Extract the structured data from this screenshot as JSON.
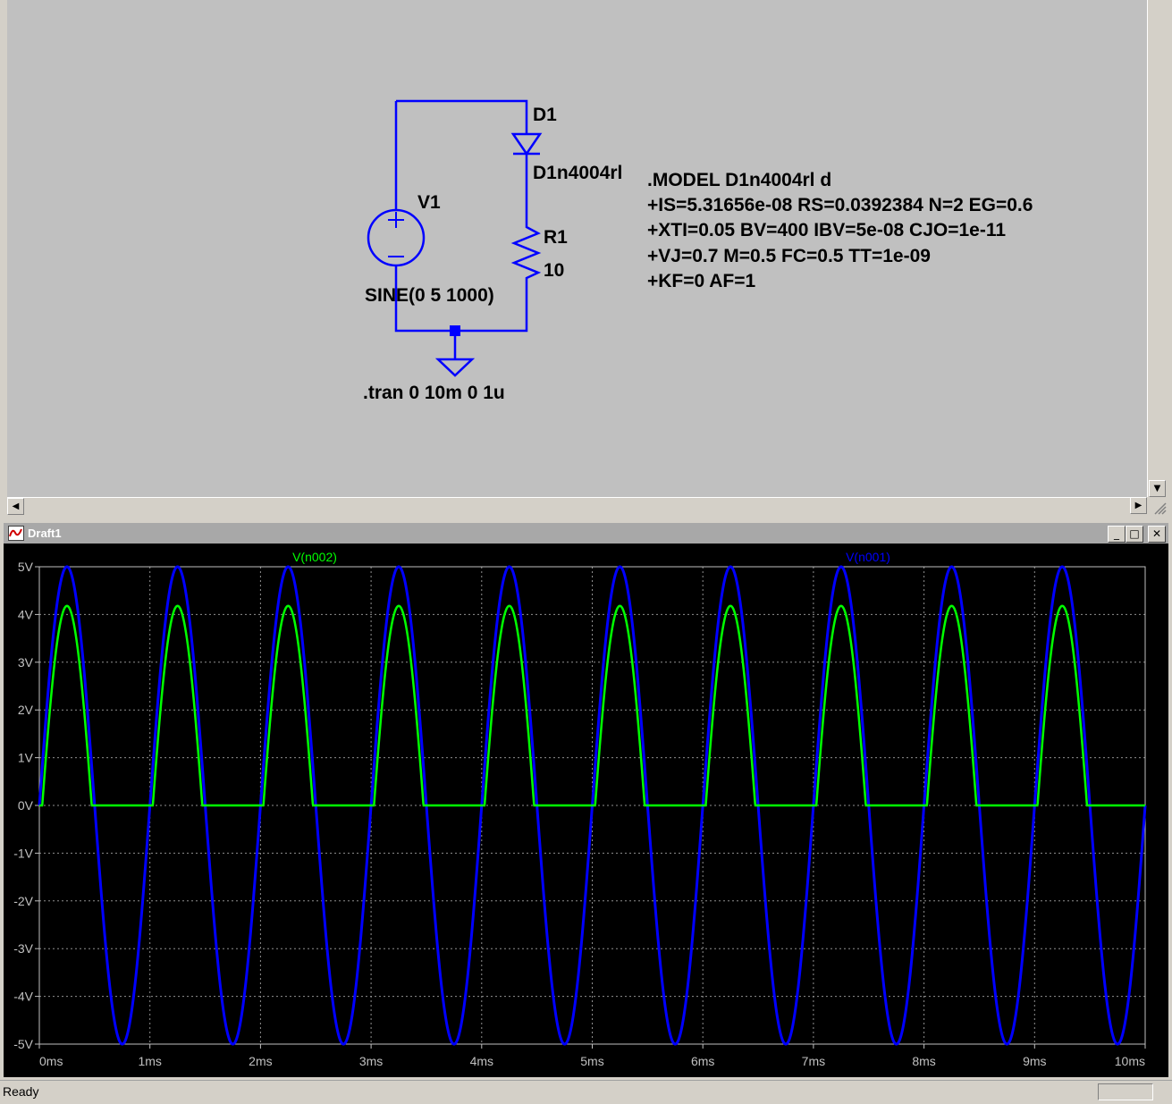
{
  "schematic": {
    "v1_label": "V1",
    "v1_value": "SINE(0 5 1000)",
    "d1_label": "D1",
    "d1_model": "D1n4004rl",
    "r1_label": "R1",
    "r1_value": "10",
    "model_lines": [
      ".MODEL D1n4004rl d",
      "+IS=5.31656e-08 RS=0.0392384 N=2 EG=0.6",
      "+XTI=0.05 BV=400 IBV=5e-08 CJO=1e-11",
      "+VJ=0.7 M=0.5 FC=0.5 TT=1e-09",
      "+KF=0 AF=1"
    ],
    "tran_directive": ".tran 0 10m 0 1u",
    "wire_color": "#0000ff"
  },
  "plot_window": {
    "title": "Draft1",
    "icon": "waveform-icon",
    "minimize": "_",
    "maximize": "□",
    "close": "✕"
  },
  "chart_data": {
    "type": "line",
    "background": "#000000",
    "grid": true,
    "xlim": [
      0,
      10
    ],
    "ylim": [
      -5,
      5
    ],
    "x_ticks": [
      "0ms",
      "1ms",
      "2ms",
      "3ms",
      "4ms",
      "5ms",
      "6ms",
      "7ms",
      "8ms",
      "9ms",
      "10ms"
    ],
    "y_ticks": [
      "5V",
      "4V",
      "3V",
      "2V",
      "1V",
      "0V",
      "-1V",
      "-2V",
      "-3V",
      "-4V",
      "-5V"
    ],
    "series": [
      {
        "name": "V(n002)",
        "color": "#00ff00",
        "description_amplitude": 4.18,
        "diode_drop": 0.82,
        "x": [
          0,
          0.25,
          0.5,
          0.75,
          1.0
        ],
        "y": [
          0,
          4.18,
          0,
          0,
          0
        ]
      },
      {
        "name": "V(n001)",
        "color": "#0000ff",
        "amplitude": 5,
        "frequency_khz": 1,
        "x": [
          0,
          0.25,
          0.5,
          0.75,
          1.0
        ],
        "y": [
          0,
          5,
          0,
          -5,
          0
        ]
      }
    ]
  },
  "status": {
    "text": "Ready"
  }
}
